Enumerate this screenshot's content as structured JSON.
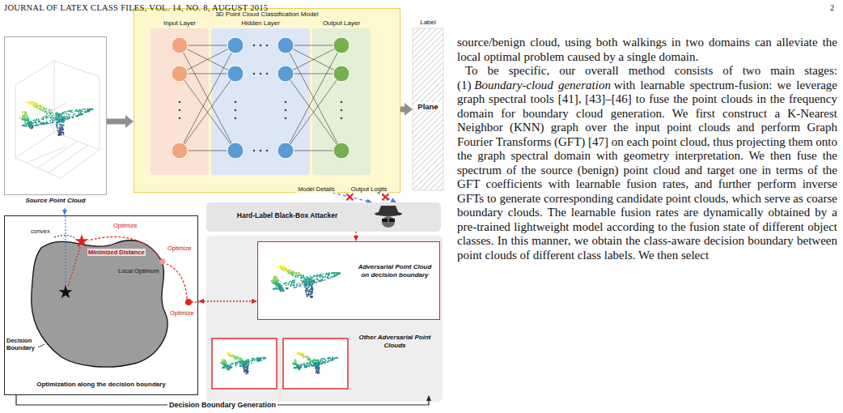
{
  "diagram": {
    "nodes": [
      {
        "text": [
          "3D Point Cloud Classification Model"
        ]
      },
      {
        "text": [
          "Input Layer"
        ],
        "in": 0
      },
      {
        "text": [
          "Hidden Layer"
        ],
        "in": 0
      },
      {
        "text": [
          "Output Layer"
        ],
        "in": 0
      },
      {
        "text": [
          "Label",
          "Plane"
        ]
      },
      {
        "text": [
          "Source Point Cloud"
        ]
      },
      {
        "text": [
          "Hard-Label Black-Box Attacker"
        ]
      },
      {
        "text": [
          "Adversarial Point Cloud on decision boundary"
        ]
      },
      {
        "text": [
          "Other Adversarial Point Clouds"
        ]
      },
      {
        "text": [
          "Optimization along the decision boundary"
        ]
      }
    ],
    "edges": [
      {
        "from": 5,
        "to": 0,
        "arrow": "to"
      },
      {
        "from": 0,
        "to": 4,
        "arrow": "to"
      },
      {
        "from": 5,
        "to": 9,
        "arrow": "to"
      },
      {
        "from": 2,
        "to": 6,
        "arrow": "to",
        "label": "Model Details"
      },
      {
        "from": 3,
        "to": 6,
        "arrow": "to",
        "label": "Output Logits"
      },
      {
        "from": 6,
        "to": 7,
        "arrow": "to"
      },
      {
        "from": 9,
        "to": 7,
        "arrow": "both"
      },
      {
        "from": 9,
        "to": 8,
        "arrow": "to",
        "label": "Decision Boundary Generation"
      }
    ],
    "labels": [
      "JOURNAL OF LATEX CLASS FILES, VOL. 14, NO. 8, AUGUST 2015",
      "2",
      "source/benign cloud, using both walkings in two domains can alleviate the local optimal problem caused by a single domain.",
      "To be specific, our overall method consists of two main stages: (1)",
      "Boundary-cloud generation",
      "with learnable spectrum-fusion: we leverage graph spectral tools [41], [43]–[46] to fuse the point clouds in the frequency domain for boundary cloud generation. We first construct a K-Nearest Neighbor (KNN) graph over the input point clouds and perform Graph Fourier Transforms (GFT) [47] on each point cloud, thus projecting them onto the graph spectral domain with geometry interpretation. We then fuse the spectrum of the source (benign) point cloud and target one in terms of the GFT coefficients with learnable fusion rates, and further perform inverse GFTs to generate corresponding candidate point clouds, which serve as coarse boundary clouds. The learnable fusion rates are dynamically obtained by a pre-trained lightweight model according to the fusion state of different object classes. In this manner, we obtain the class-aware decision boundary between point clouds of different class labels. We then select",
      "Decision Boundary",
      "convex",
      "Minimized Distance",
      "Optimize",
      "Optimize",
      "Optimize",
      "Local Optimum"
    ]
  }
}
